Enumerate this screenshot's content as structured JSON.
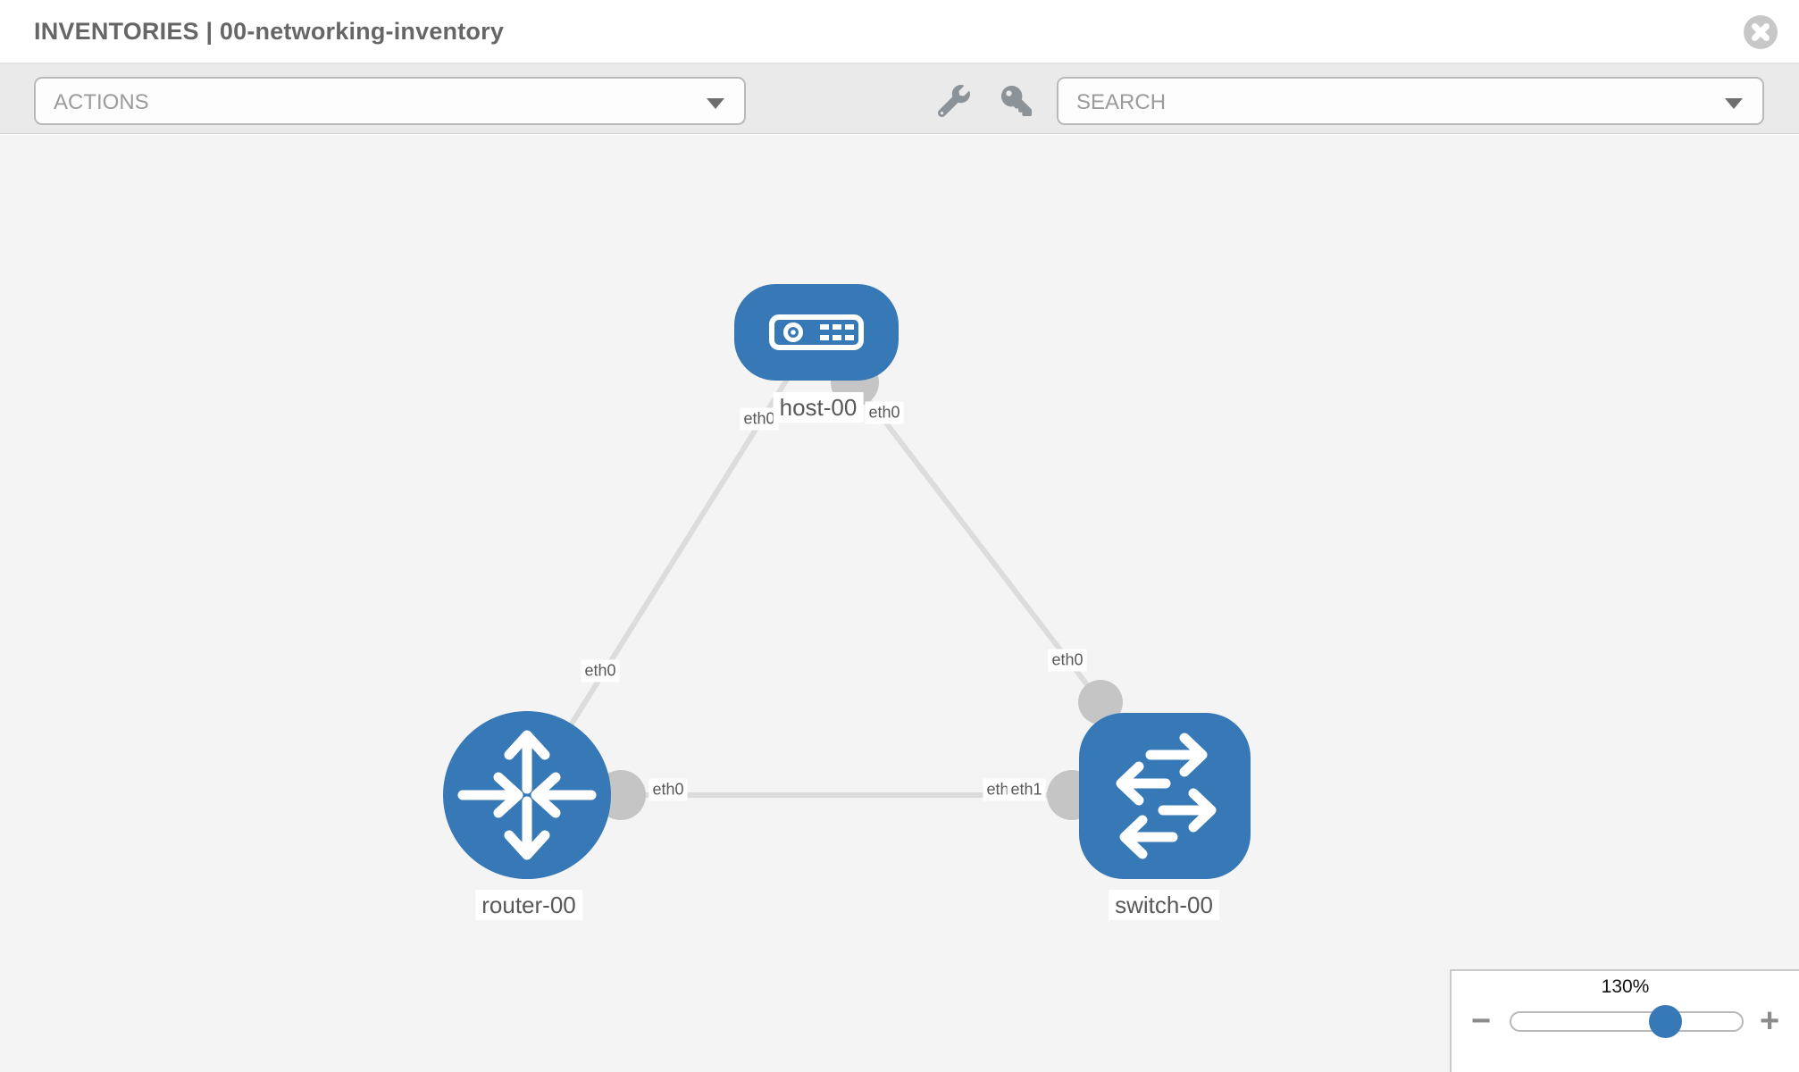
{
  "header": {
    "title": "INVENTORIES | 00-networking-inventory"
  },
  "toolbar": {
    "actions": {
      "label": "ACTIONS"
    },
    "search": {
      "placeholder": "SEARCH"
    }
  },
  "icons": {
    "close": "circle-x",
    "actions_caret": "caret-down",
    "search_caret": "caret-down",
    "tool_1": "wrench",
    "tool_2": "key",
    "host_icon": "host-device",
    "router_icon": "router-crossed-arrows",
    "switch_icon": "switch-horizontal-arrows"
  },
  "topology": {
    "nodes": [
      {
        "label": "host-00",
        "type": "host"
      },
      {
        "label": "router-00",
        "type": "router"
      },
      {
        "label": "switch-00",
        "type": "switch"
      }
    ],
    "links": [
      {
        "from": "host-00",
        "from_iface": "eth0",
        "to": "router-00",
        "to_iface": "eth0"
      },
      {
        "from": "host-00",
        "from_iface": "eth0",
        "to": "switch-00",
        "to_iface": "eth0"
      },
      {
        "from": "router-00",
        "from_iface": "eth0",
        "to": "switch-00",
        "to_iface": "eth1",
        "to_iface_overlapped": "eth0"
      }
    ]
  },
  "zoom_control": {
    "level": "130%",
    "minus_label": "−",
    "plus_label": "+"
  },
  "colors": {
    "node_blue": "#3779b6",
    "link_gray": "#dcdcdc",
    "iface_circle_gray": "#c5c5c5",
    "canvas_bg": "#f4f4f4",
    "toolbar_bg": "#eaeaea",
    "label_text": "#58585a",
    "muted_text": "#9b9b9b",
    "title_text": "#666666"
  }
}
